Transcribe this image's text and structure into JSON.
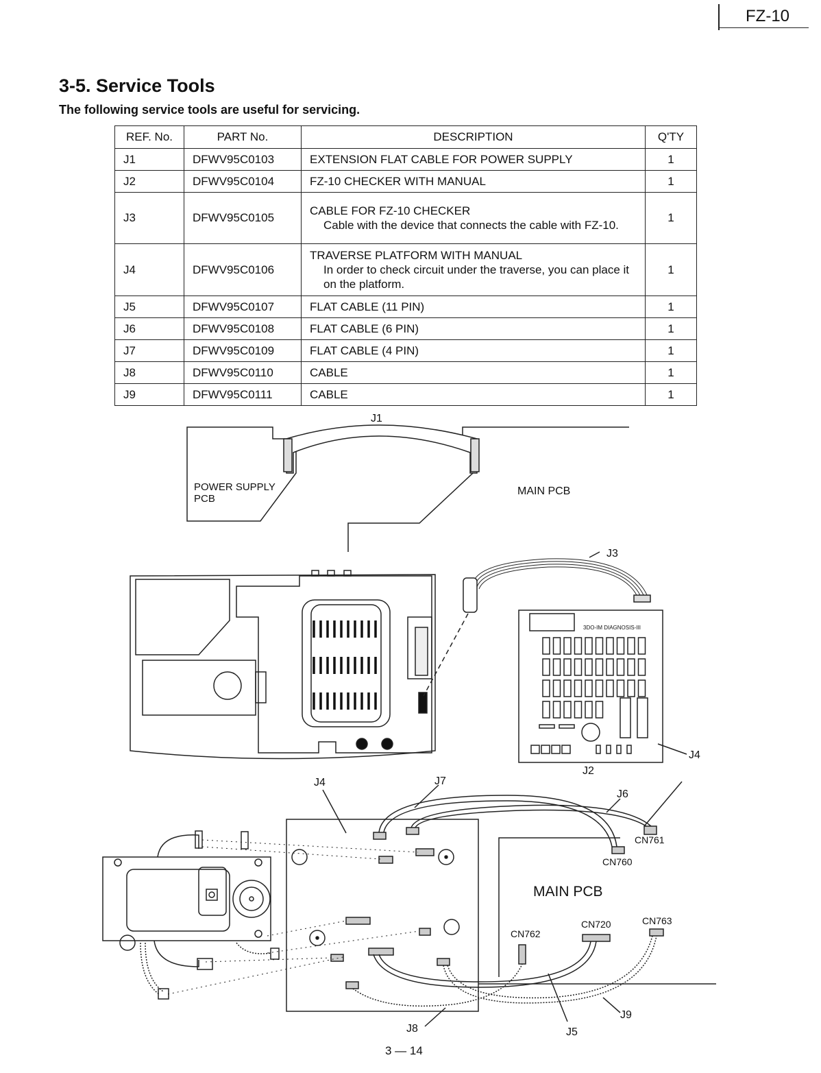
{
  "header": {
    "model": "FZ-10"
  },
  "section": {
    "title": "3-5. Service Tools",
    "subtitle": "The following service tools are useful for servicing."
  },
  "table": {
    "headers": [
      "REF. No.",
      "PART No.",
      "DESCRIPTION",
      "Q'TY"
    ],
    "rows": [
      {
        "ref": "J1",
        "part": "DFWV95C0103",
        "desc": "EXTENSION FLAT CABLE FOR POWER SUPPLY",
        "detail": "",
        "qty": "1"
      },
      {
        "ref": "J2",
        "part": "DFWV95C0104",
        "desc": "FZ-10 CHECKER WITH MANUAL",
        "detail": "",
        "qty": "1"
      },
      {
        "ref": "J3",
        "part": "DFWV95C0105",
        "desc": "CABLE FOR FZ-10 CHECKER",
        "detail": "Cable with the device that connects the cable with FZ-10.",
        "qty": "1"
      },
      {
        "ref": "J4",
        "part": "DFWV95C0106",
        "desc": "TRAVERSE PLATFORM WITH MANUAL",
        "detail": "In order to check circuit under the traverse, you can place it on the platform.",
        "qty": "1"
      },
      {
        "ref": "J5",
        "part": "DFWV95C0107",
        "desc": "FLAT CABLE (11 PIN)",
        "detail": "",
        "qty": "1"
      },
      {
        "ref": "J6",
        "part": "DFWV95C0108",
        "desc": "FLAT CABLE (6 PIN)",
        "detail": "",
        "qty": "1"
      },
      {
        "ref": "J7",
        "part": "DFWV95C0109",
        "desc": "FLAT CABLE (4 PIN)",
        "detail": "",
        "qty": "1"
      },
      {
        "ref": "J8",
        "part": "DFWV95C0110",
        "desc": "CABLE",
        "detail": "",
        "qty": "1"
      },
      {
        "ref": "J9",
        "part": "DFWV95C0111",
        "desc": "CABLE",
        "detail": "",
        "qty": "1"
      }
    ]
  },
  "diagram": {
    "labels": {
      "j1": "J1",
      "power_supply": "POWER SUPPLY",
      "pcb": "PCB",
      "main_pcb_top": "MAIN PCB",
      "j3": "J3",
      "checker_name": "3DO-IM DIAGNOSIS-III",
      "j4_right": "J4",
      "j2": "J2",
      "j4_bottom": "J4",
      "j7": "J7",
      "j6": "J6",
      "cn761": "CN761",
      "cn760": "CN760",
      "main_pcb_bottom": "MAIN PCB",
      "cn720": "CN720",
      "cn763": "CN763",
      "cn762": "CN762",
      "j9": "J9",
      "j8": "J8",
      "j5": "J5"
    }
  },
  "footer": {
    "page": "3 — 14"
  }
}
